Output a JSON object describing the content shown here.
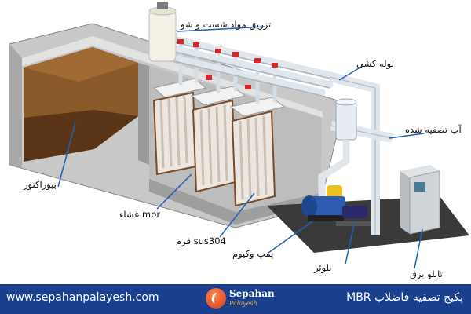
{
  "labels": {
    "chemical_injection": "تزریق مواد شست و شو",
    "piping": "لوله کشی",
    "treated_water": "آب تصفیه شده",
    "bioreactor": "بیوراکتور",
    "mbr_membrane": "غشاء mbr",
    "sus304_frame": "فرم sus304",
    "vacuum_pump": "پمپ وکیوم",
    "blower": "بلوئر",
    "control_panel": "تابلو برق"
  },
  "footer": {
    "website": "www.sepahanpalayesh.com",
    "package_title": "پکیج تصفیه فاضلاب MBR",
    "logo_name": "Sepahan",
    "logo_sub": "Palayesh"
  },
  "colors": {
    "footer_bg": "#1a3f8c",
    "sludge": "#6b4222",
    "pipe": "#dfe6ec",
    "pump": "#2f5cb0",
    "blower_yellow": "#e8c21e",
    "valve_red": "#d7262b"
  }
}
